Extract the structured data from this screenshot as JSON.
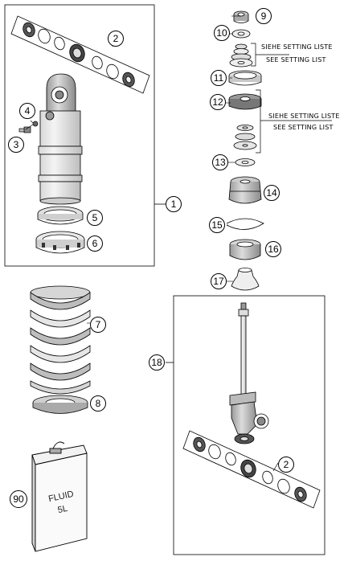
{
  "callouts": {
    "c1": "1",
    "c2": "2",
    "c2b": "2",
    "c3": "3",
    "c4": "4",
    "c5": "5",
    "c6": "6",
    "c7": "7",
    "c8": "8",
    "c9": "9",
    "c10": "10",
    "c11": "11",
    "c12": "12",
    "c13": "13",
    "c14": "14",
    "c15": "15",
    "c16": "16",
    "c17": "17",
    "c18": "18",
    "c90": "90"
  },
  "notes": {
    "setting_top_de": "SIEHE SETTING LISTE",
    "setting_top_en": "SEE SETTING LIST",
    "setting_mid_de": "SIEHE SETTING LISTE",
    "setting_mid_en": "SEE SETTING LIST"
  },
  "can": {
    "line1": "FLUID",
    "line2": "5L"
  }
}
